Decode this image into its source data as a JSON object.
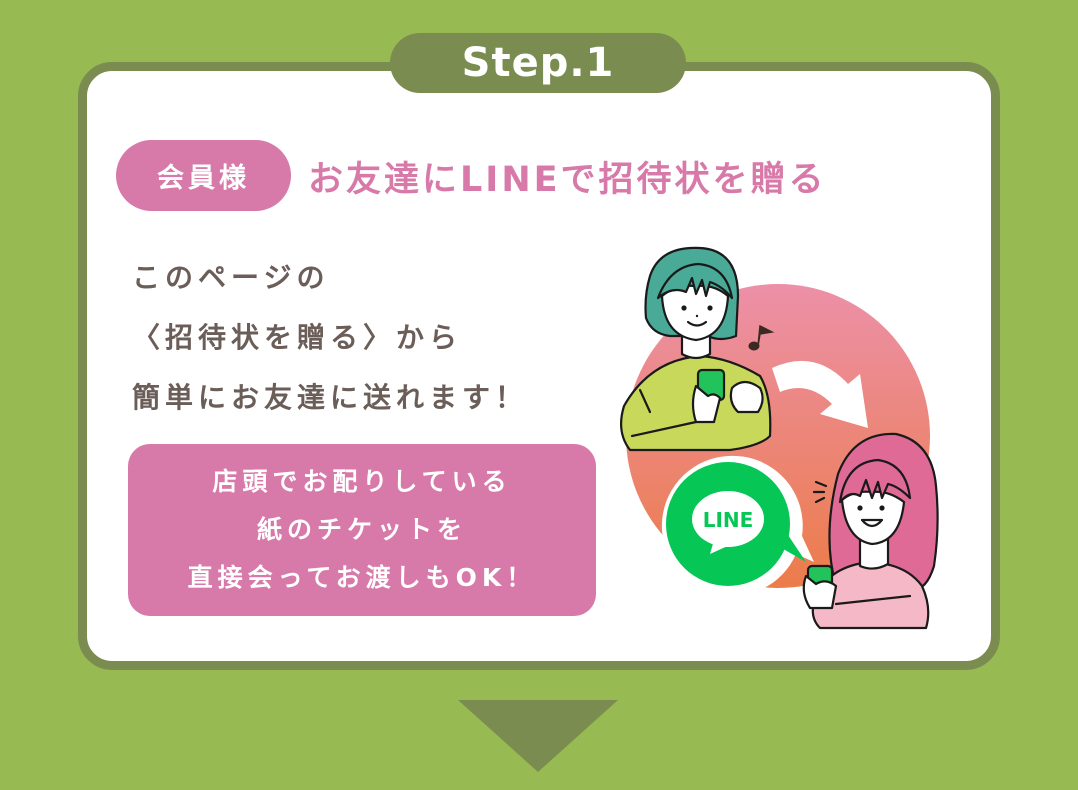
{
  "step": {
    "label": "Step.1"
  },
  "header": {
    "audience_badge": "会員様",
    "title": "お友達にLINEで招待状を贈る"
  },
  "body": {
    "lines": [
      "このページの",
      "〈招待状を贈る〉から",
      "簡単にお友達に送れます！"
    ]
  },
  "note": {
    "lines": [
      "店頭でお配りしている",
      "紙のチケットを",
      "直接会ってお渡しもOK！"
    ]
  },
  "illustration": {
    "line_logo_text": "LINE",
    "description": "Two women exchanging a LINE invitation via smartphone"
  },
  "colors": {
    "background": "#97bb52",
    "frame": "#7a8c50",
    "accent_pink": "#d87aa9",
    "text_brown": "#6b5e58",
    "line_green": "#06c755"
  }
}
